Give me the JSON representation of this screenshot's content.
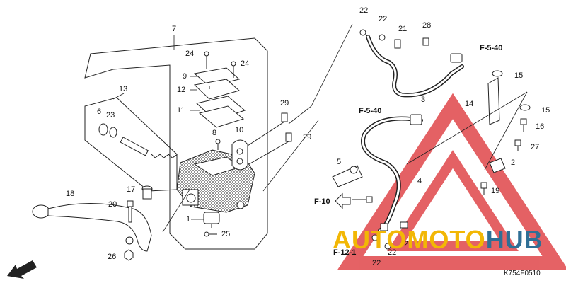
{
  "diagram": {
    "part_labels": [
      {
        "id": "p7",
        "text": "7"
      },
      {
        "id": "p24a",
        "text": "24"
      },
      {
        "id": "p24b",
        "text": "24"
      },
      {
        "id": "p9",
        "text": "9"
      },
      {
        "id": "p12",
        "text": "12"
      },
      {
        "id": "p11",
        "text": "11"
      },
      {
        "id": "p13",
        "text": "13"
      },
      {
        "id": "p6",
        "text": "6"
      },
      {
        "id": "p23",
        "text": "23"
      },
      {
        "id": "p8",
        "text": "8"
      },
      {
        "id": "p10",
        "text": "10"
      },
      {
        "id": "p29a",
        "text": "29"
      },
      {
        "id": "p29b",
        "text": "29"
      },
      {
        "id": "p17",
        "text": "17"
      },
      {
        "id": "p18",
        "text": "18"
      },
      {
        "id": "p20",
        "text": "20"
      },
      {
        "id": "p1",
        "text": "1"
      },
      {
        "id": "p25",
        "text": "25"
      },
      {
        "id": "p26",
        "text": "26"
      },
      {
        "id": "p22a",
        "text": "22"
      },
      {
        "id": "p22b",
        "text": "22"
      },
      {
        "id": "p21a",
        "text": "21"
      },
      {
        "id": "p28",
        "text": "28"
      },
      {
        "id": "p3",
        "text": "3"
      },
      {
        "id": "p15a",
        "text": "15"
      },
      {
        "id": "p14",
        "text": "14"
      },
      {
        "id": "p15b",
        "text": "15"
      },
      {
        "id": "p16",
        "text": "16"
      },
      {
        "id": "p27",
        "text": "27"
      },
      {
        "id": "p2",
        "text": "2"
      },
      {
        "id": "p19",
        "text": "19"
      },
      {
        "id": "p5",
        "text": "5"
      },
      {
        "id": "p4",
        "text": "4"
      },
      {
        "id": "p22c",
        "text": "22"
      },
      {
        "id": "p21b",
        "text": "21"
      },
      {
        "id": "p22d",
        "text": "22"
      }
    ],
    "refs": [
      {
        "id": "r1",
        "text": "F-5-40"
      },
      {
        "id": "r2",
        "text": "F-5-40"
      },
      {
        "id": "r3",
        "text": "F-10"
      },
      {
        "id": "r4",
        "text": "F-12-1"
      }
    ],
    "front_label": "FR.",
    "figure_code": "K754F0510",
    "watermark": {
      "part1": "AUTO",
      "part2": "MOTO",
      "part3": "HUB"
    },
    "colors": {
      "line": "#222222",
      "watermark_red": "#e0464a",
      "watermark_yellow": "#f2b705",
      "watermark_blue": "#2f6f95"
    }
  }
}
